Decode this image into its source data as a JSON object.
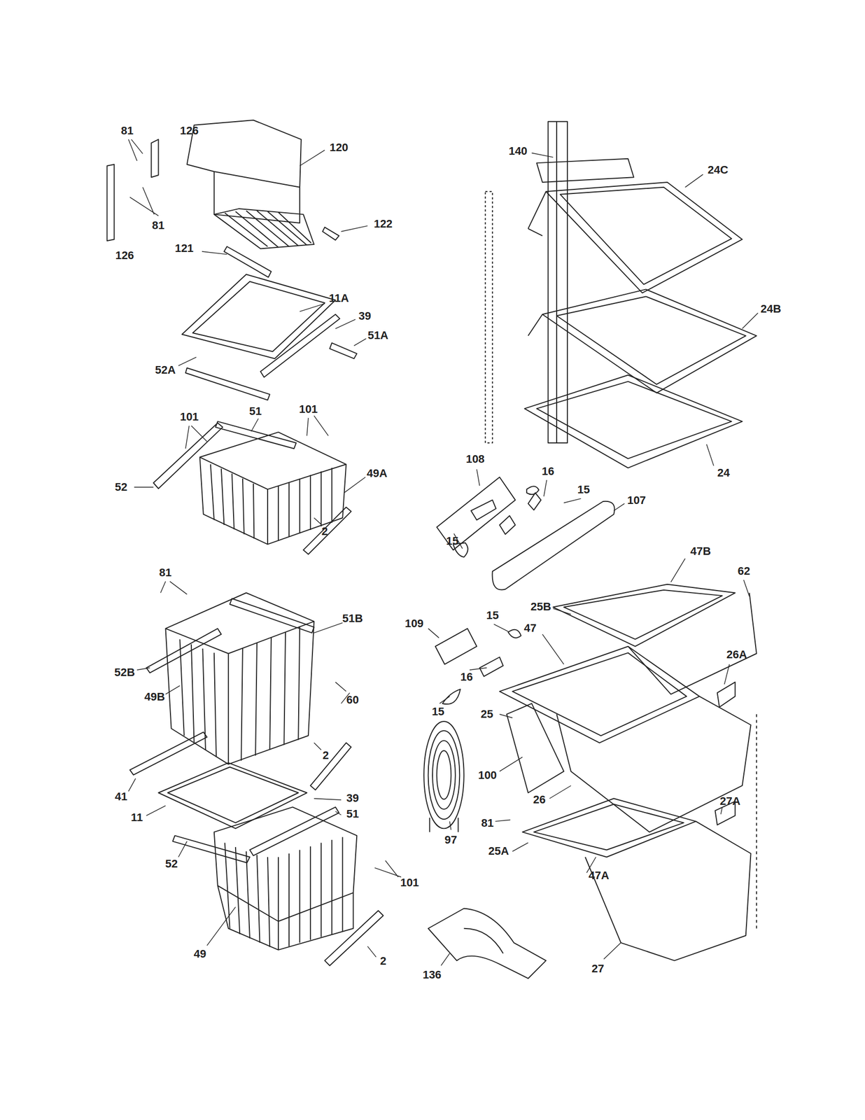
{
  "diagram": {
    "labels": [
      "81",
      "126",
      "120",
      "81",
      "122",
      "126",
      "121",
      "11A",
      "39",
      "51A",
      "52A",
      "101",
      "51",
      "101",
      "52",
      "49A",
      "2",
      "81",
      "51B",
      "52B",
      "49B",
      "60",
      "2",
      "41",
      "11",
      "39",
      "51",
      "52",
      "101",
      "49",
      "2",
      "140",
      "24C",
      "24B",
      "24",
      "108",
      "16",
      "15",
      "107",
      "15",
      "47B",
      "62",
      "25B",
      "109",
      "15",
      "47",
      "16",
      "15",
      "26A",
      "25",
      "100",
      "26",
      "27A",
      "81",
      "97",
      "25A",
      "47A",
      "136",
      "27"
    ]
  }
}
